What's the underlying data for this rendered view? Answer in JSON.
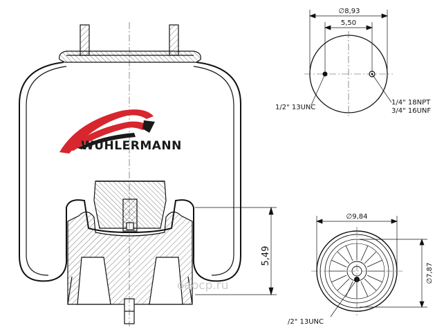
{
  "brand": {
    "name": "WUHLERMANN",
    "colors": {
      "red": "#d7262e",
      "dark": "#1a1a1a"
    }
  },
  "top_view": {
    "outer_diameter": "∅8,93",
    "bolt_spacing": "5,50",
    "left_thread": "1/2\" 13UNC",
    "right_thread_line1": "1/4\" 18NPT",
    "right_thread_line2": "3/4\" 16UNF"
  },
  "side_view": {
    "piston_height": "5,49"
  },
  "bottom_view": {
    "piston_diameter": "∅9,84",
    "piston_outer_diameter": "∅7,87",
    "bottom_thread": "/2\" 13UNC"
  },
  "watermark": "oaocр.ru"
}
